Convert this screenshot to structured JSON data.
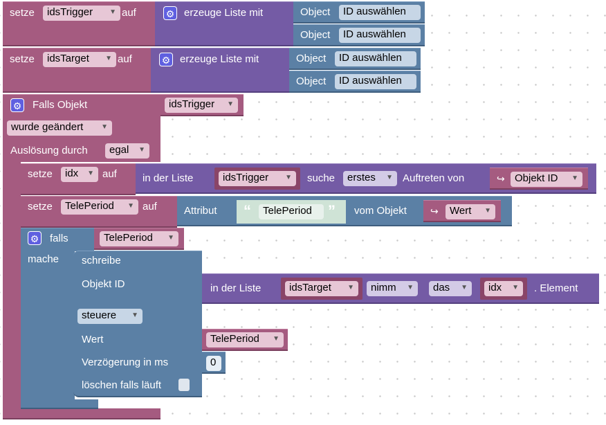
{
  "block1": {
    "set_label": "setze",
    "var": "idsTrigger",
    "to_label": "auf",
    "list_label": "erzeuge Liste mit",
    "items": [
      {
        "label": "Object",
        "value": "ID auswählen"
      },
      {
        "label": "Object",
        "value": "ID auswählen"
      }
    ]
  },
  "block2": {
    "set_label": "setze",
    "var": "idsTarget",
    "to_label": "auf",
    "list_label": "erzeuge Liste mit",
    "items": [
      {
        "label": "Object",
        "value": "ID auswählen"
      },
      {
        "label": "Object",
        "value": "ID auswählen"
      }
    ]
  },
  "trigger": {
    "label": "Falls Objekt",
    "object_var": "idsTrigger",
    "changed_option": "wurde geändert",
    "trigger_by_label": "Auslösung durch",
    "trigger_by_value": "egal",
    "set_idx": {
      "set_label": "setze",
      "var": "idx",
      "to_label": "auf",
      "in_list_label": "in der Liste",
      "list_var": "idsTrigger",
      "search_label": "suche",
      "search_mode": "erstes",
      "occurrence_label": "Auftreten von",
      "object_id": "Objekt ID"
    },
    "set_teleperiod": {
      "set_label": "setze",
      "var": "TelePeriod",
      "to_label": "auf",
      "attribute_label": "Attribut",
      "attribute_value": "TelePeriod",
      "from_object_label": "vom Objekt",
      "object_value": "Wert"
    },
    "if_block": {
      "if_label": "falls",
      "condition_var": "TelePeriod",
      "do_label": "mache",
      "write": {
        "title": "schreibe",
        "object_id_label": "Objekt ID",
        "in_list_label": "in der Liste",
        "list_var": "idsTarget",
        "take_option": "nimm",
        "the_option": "das",
        "index_var": "idx",
        "element_label": ". Element",
        "mode": "steuere",
        "value_label": "Wert",
        "value_var": "TelePeriod",
        "delay_label": "Verzögerung in ms",
        "delay_value": "0",
        "clear_label": "löschen falls läuft"
      }
    }
  }
}
